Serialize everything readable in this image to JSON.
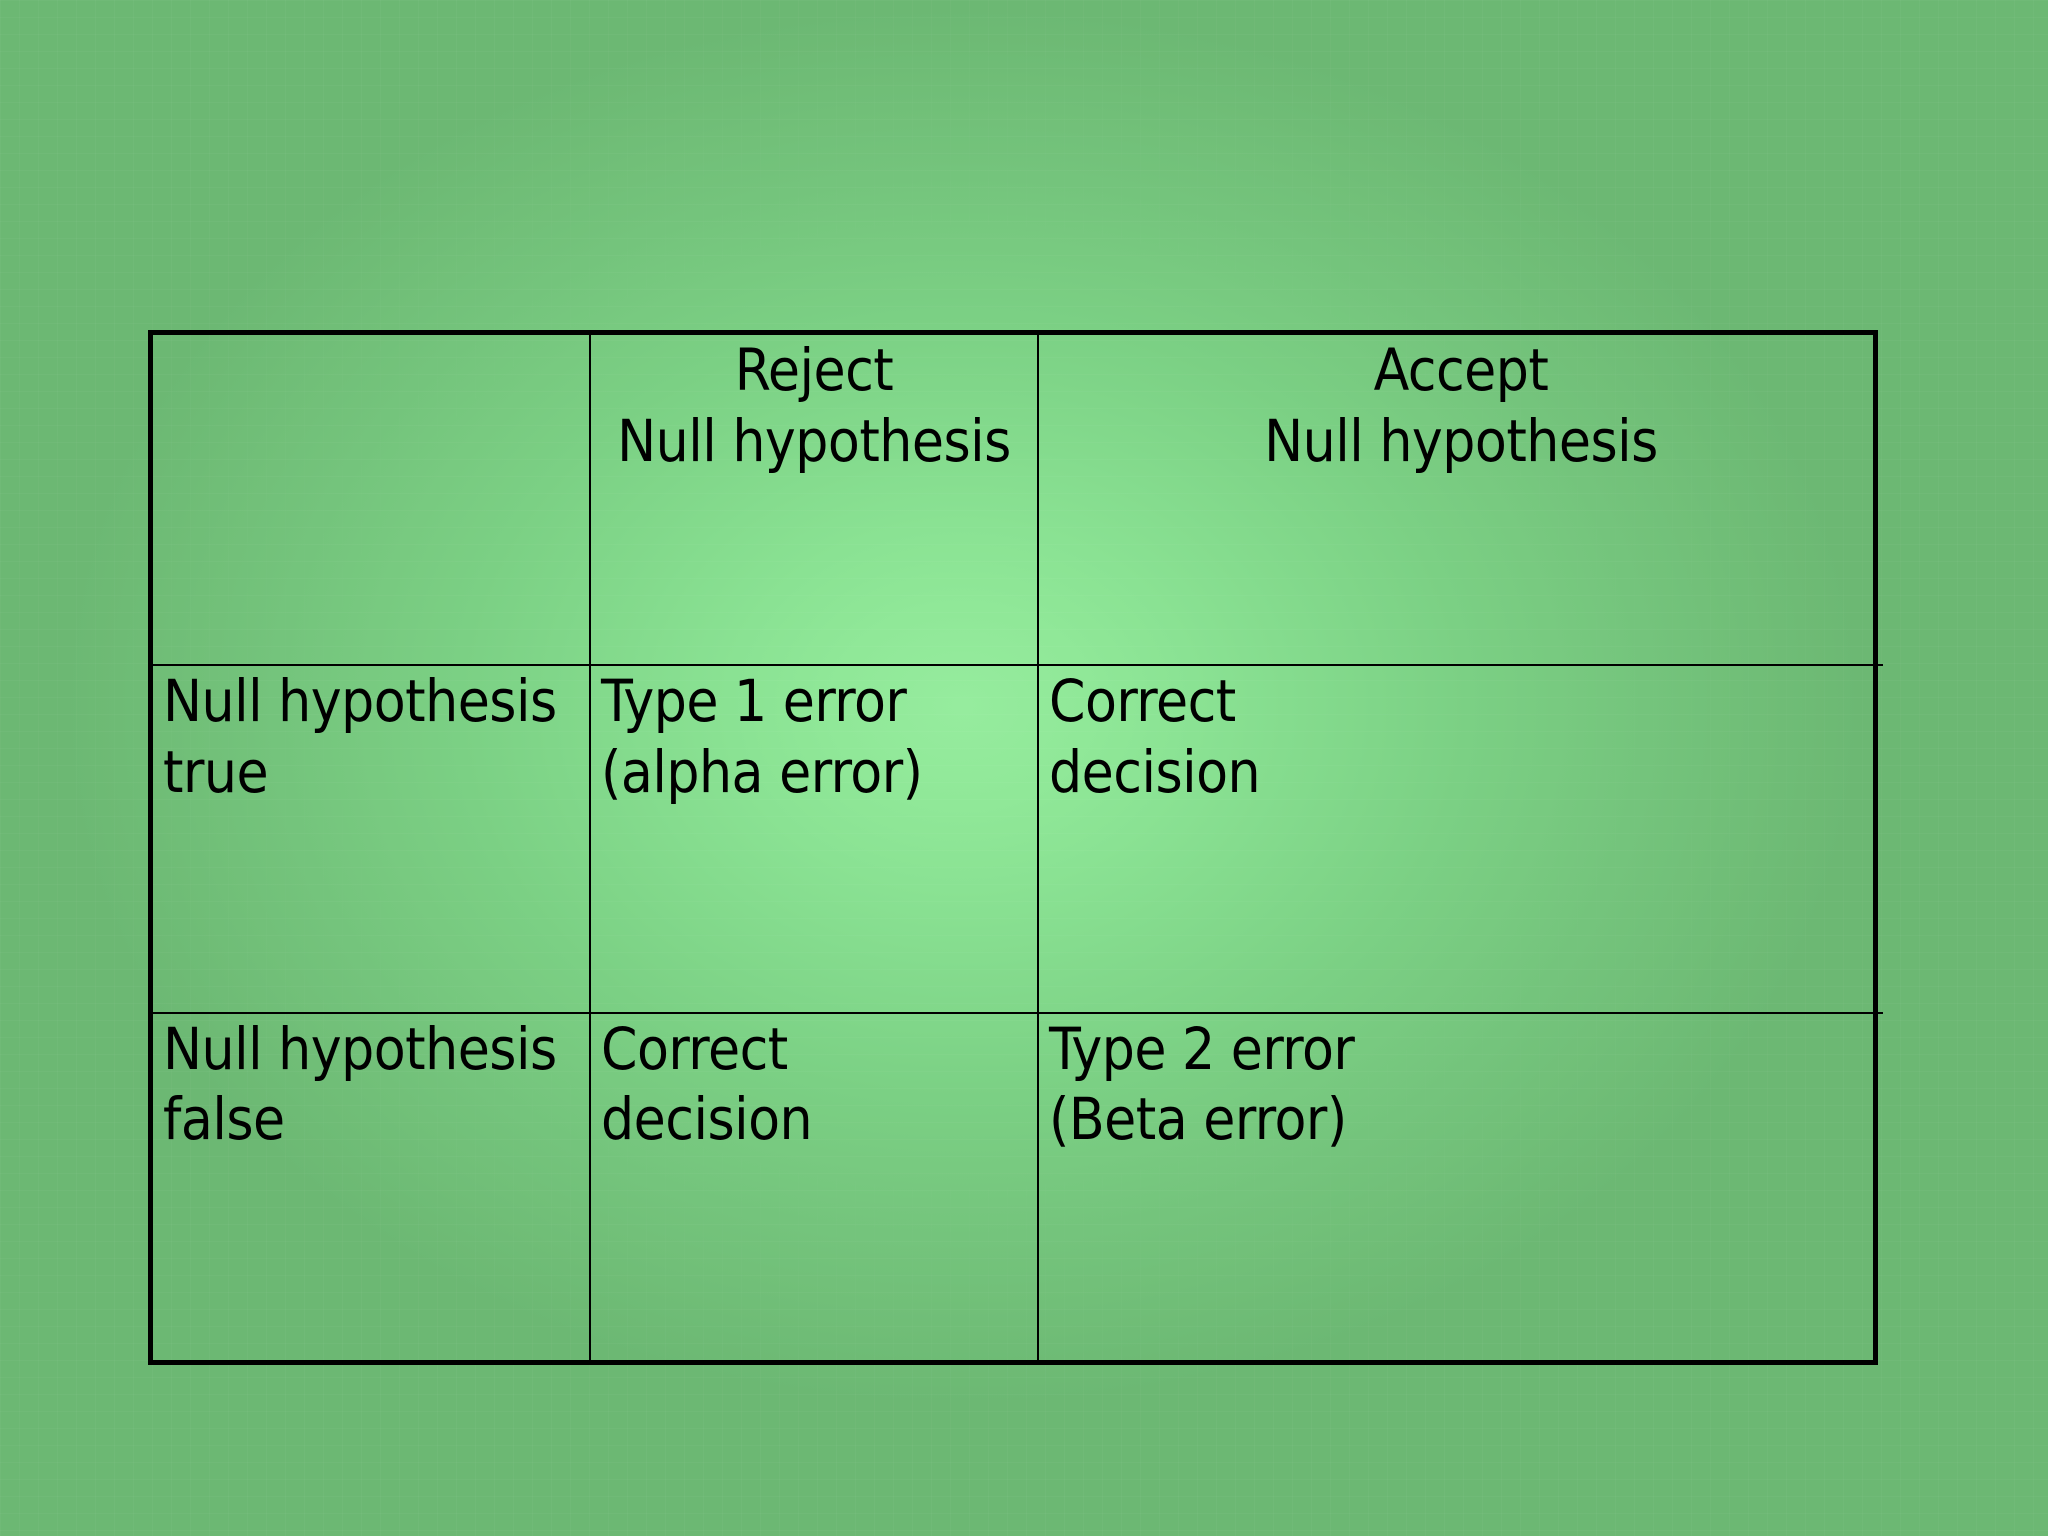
{
  "slide": {
    "background_center_color": "#96ec9e",
    "background_edge_color": "#6cb873",
    "table_border_color": "#000000",
    "text_color": "#000000"
  },
  "table": {
    "columns": [
      {
        "id": "row-label",
        "header_line1": "",
        "header_line2": ""
      },
      {
        "id": "reject",
        "header_line1": "Reject",
        "header_line2": "Null hypothesis"
      },
      {
        "id": "accept",
        "header_line1": "Accept",
        "header_line2": "Null hypothesis"
      }
    ],
    "rows": [
      {
        "label_line1": "Null hypothesis",
        "label_line2": "true",
        "reject_line1": "Type 1 error",
        "reject_line2": "(alpha error)",
        "accept_line1": "Correct",
        "accept_line2": "decision"
      },
      {
        "label_line1": "Null hypothesis",
        "label_line2": "false",
        "reject_line1": "Correct",
        "reject_line2": "decision",
        "accept_line1": "Type 2 error",
        "accept_line2": "(Beta error)"
      }
    ]
  }
}
